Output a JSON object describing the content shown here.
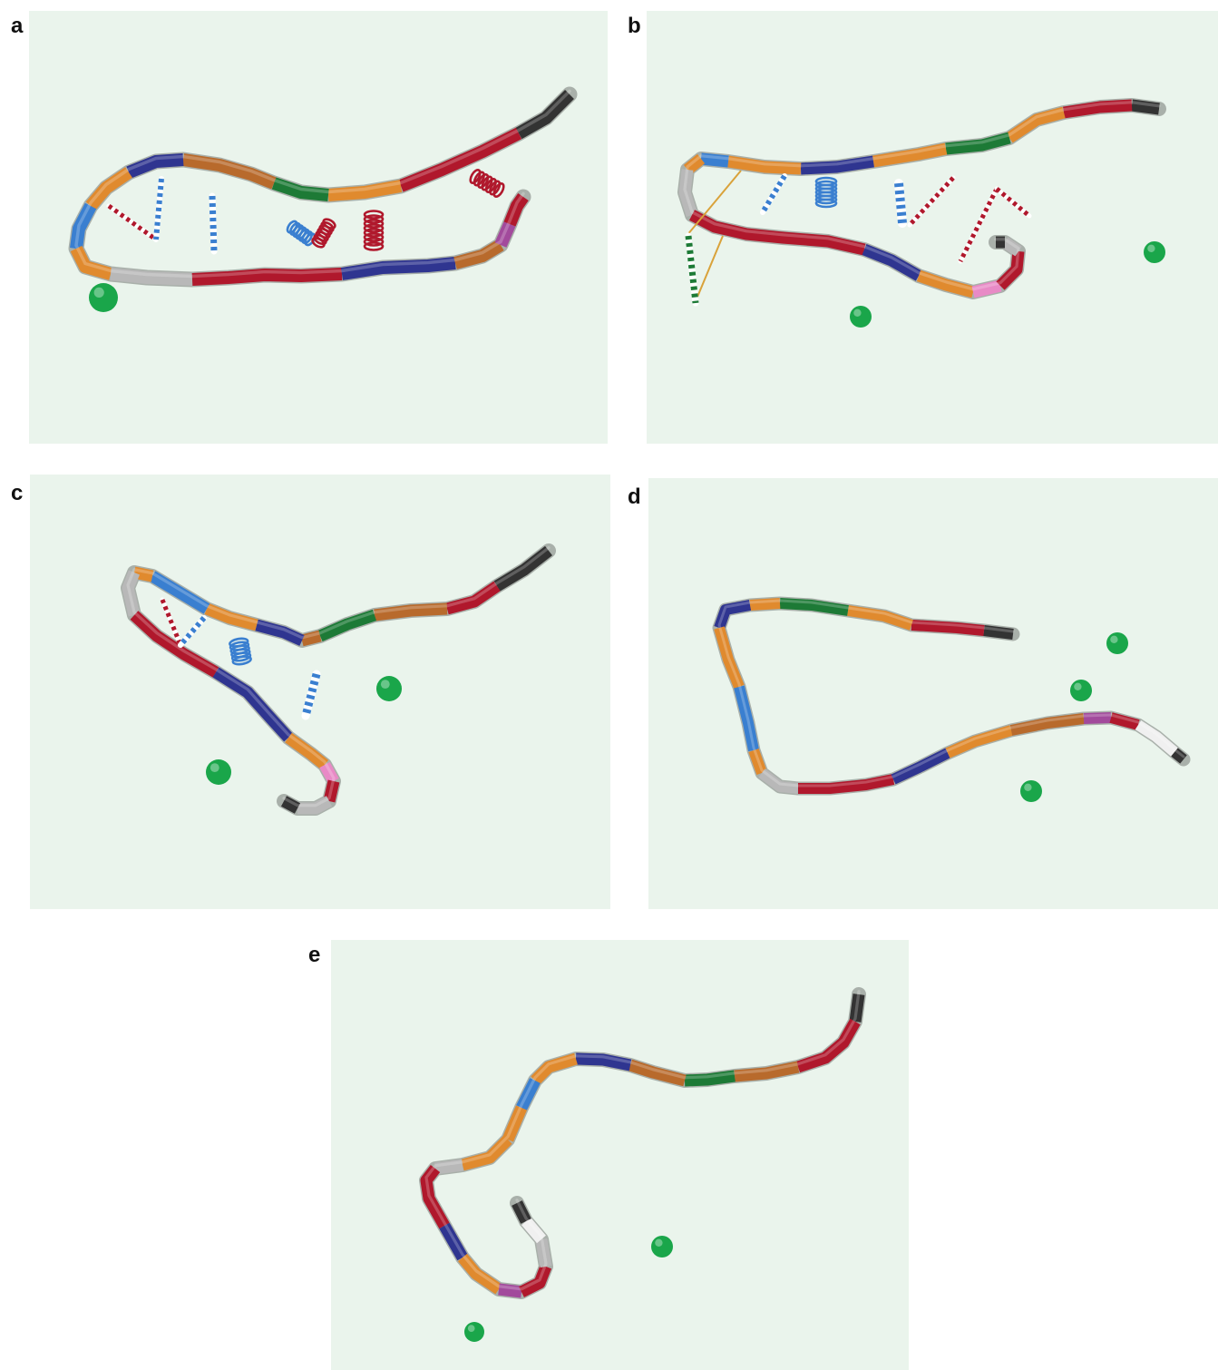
{
  "figure": {
    "panels": [
      {
        "id": "a",
        "label": "a"
      },
      {
        "id": "b",
        "label": "b"
      },
      {
        "id": "c",
        "label": "c"
      },
      {
        "id": "d",
        "label": "d"
      },
      {
        "id": "e",
        "label": "e"
      }
    ]
  },
  "colors": {
    "panel_background": "#eaf4ec",
    "sphere": "#1aa64a",
    "orange": "#e08a2e",
    "brown": "#b86a2c",
    "blue": "#3a7fd0",
    "navy": "#2f3590",
    "green": "#1d7a36",
    "red": "#b0182c",
    "gray": "#b8b8b8",
    "white": "#f0f0f0",
    "black": "#333333",
    "magenta": "#a24a9c",
    "pink": "#e88ac6",
    "tether": "#d9a23a"
  }
}
